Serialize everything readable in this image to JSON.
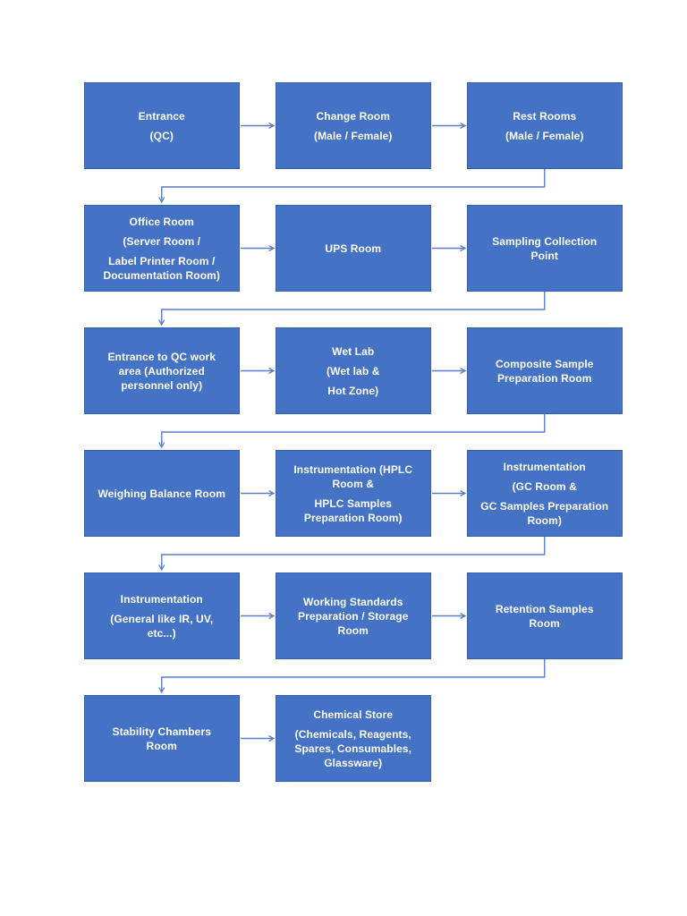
{
  "page": {
    "background": "#ffffff"
  },
  "colors": {
    "box_fill": "#4472C4",
    "box_border": "#355FA8",
    "box_text": "#FFFFFF",
    "connector": "#5B7EC7"
  },
  "flowchart": {
    "flow": {
      "horizontal_direction": "left-to-right",
      "row_wrap": "bottom of last box in row to top of first box in next row",
      "arrowhead_style": "open-v"
    },
    "rows": [
      {
        "boxes": [
          {
            "id": "entrance-qc",
            "label": "Entrance (QC)",
            "paragraphs": [
              [
                "Entrance"
              ],
              [
                "(QC)"
              ]
            ]
          },
          {
            "id": "change-room",
            "label": "Change Room (Male / Female)",
            "paragraphs": [
              [
                "Change Room"
              ],
              [
                "(Male / Female)"
              ]
            ]
          },
          {
            "id": "rest-rooms",
            "label": "Rest Rooms (Male / Female)",
            "paragraphs": [
              [
                "Rest Rooms"
              ],
              [
                "(Male / Female)"
              ]
            ]
          }
        ]
      },
      {
        "boxes": [
          {
            "id": "office-room",
            "label": "Office Room (Server Room / Label Printer Room / Documentation Room)",
            "paragraphs": [
              [
                "Office Room"
              ],
              [
                "(Server Room /"
              ],
              [
                "Label Printer Room /",
                "Documentation Room)"
              ]
            ]
          },
          {
            "id": "ups-room",
            "label": "UPS Room",
            "paragraphs": [
              [
                "UPS Room"
              ]
            ]
          },
          {
            "id": "sampling-collection-point",
            "label": "Sampling Collection Point",
            "paragraphs": [
              [
                "Sampling Collection",
                "Point"
              ]
            ]
          }
        ]
      },
      {
        "boxes": [
          {
            "id": "entrance-qc-work-area",
            "label": "Entrance to QC work area (Authorized personnel only)",
            "paragraphs": [
              [
                "Entrance to QC work",
                "area (Authorized",
                "personnel only)"
              ]
            ]
          },
          {
            "id": "wet-lab",
            "label": "Wet Lab (Wet lab & Hot Zone)",
            "paragraphs": [
              [
                "Wet Lab"
              ],
              [
                "(Wet lab &"
              ],
              [
                "Hot Zone)"
              ]
            ]
          },
          {
            "id": "composite-sample-preparation-room",
            "label": "Composite Sample Preparation Room",
            "paragraphs": [
              [
                "Composite Sample",
                "Preparation Room"
              ]
            ]
          }
        ]
      },
      {
        "boxes": [
          {
            "id": "weighing-balance-room",
            "label": "Weighing Balance Room",
            "paragraphs": [
              [
                "Weighing Balance Room"
              ]
            ]
          },
          {
            "id": "instrumentation-hplc",
            "label": "Instrumentation (HPLC Room & HPLC Samples Preparation Room)",
            "paragraphs": [
              [
                "Instrumentation (HPLC",
                "Room &"
              ],
              [
                "HPLC Samples",
                "Preparation Room)"
              ]
            ]
          },
          {
            "id": "instrumentation-gc",
            "label": "Instrumentation (GC Room & GC Samples Preparation Room)",
            "paragraphs": [
              [
                "Instrumentation"
              ],
              [
                "(GC Room &"
              ],
              [
                "GC Samples Preparation",
                "Room)"
              ]
            ]
          }
        ]
      },
      {
        "boxes": [
          {
            "id": "instrumentation-general",
            "label": "Instrumentation (General like IR, UV, etc...)",
            "paragraphs": [
              [
                "Instrumentation"
              ],
              [
                "(General like IR, UV,",
                "etc...)"
              ]
            ]
          },
          {
            "id": "working-standards-room",
            "label": "Working Standards Preparation / Storage Room",
            "paragraphs": [
              [
                "Working Standards",
                "Preparation / Storage",
                "Room"
              ]
            ]
          },
          {
            "id": "retention-samples-room",
            "label": "Retention Samples Room",
            "paragraphs": [
              [
                "Retention Samples",
                "Room"
              ]
            ]
          }
        ]
      },
      {
        "boxes": [
          {
            "id": "stability-chambers-room",
            "label": "Stability Chambers Room",
            "paragraphs": [
              [
                "Stability Chambers",
                "Room"
              ]
            ]
          },
          {
            "id": "chemical-store",
            "label": "Chemical Store (Chemicals, Reagents, Spares, Consumables, Glassware)",
            "paragraphs": [
              [
                "Chemical Store"
              ],
              [
                "(Chemicals, Reagents,",
                "Spares, Consumables,",
                "Glassware)"
              ]
            ]
          }
        ]
      }
    ]
  }
}
